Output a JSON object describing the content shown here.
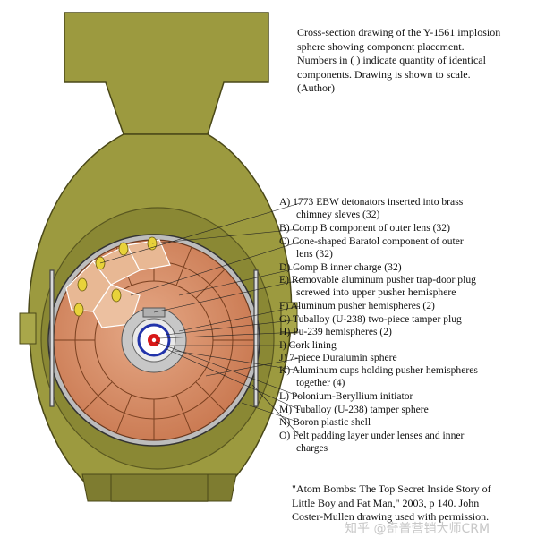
{
  "caption": [
    "Cross-section drawing of the Y-1561 implosion",
    "sphere showing component placement.",
    "Numbers in ( ) indicate quantity of identical",
    "components.  Drawing is shown to scale.",
    "(Author)"
  ],
  "labels": [
    {
      "line1": "A)  1773 EBW detonators inserted into brass",
      "line2": "chimney sleves (32)"
    },
    {
      "line1": "B)  Comp B component of outer lens (32)",
      "line2": ""
    },
    {
      "line1": "C)  Cone-shaped Baratol component of outer",
      "line2": "lens (32)"
    },
    {
      "line1": "D) Comp B inner charge (32)",
      "line2": ""
    },
    {
      "line1": "E)  Removable aluminum pusher trap-door plug",
      "line2": "screwed into upper pusher hemisphere"
    },
    {
      "line1": "F)  Aluminum pusher hemispheres (2)",
      "line2": ""
    },
    {
      "line1": "G) Tuballoy (U-238) two-piece tamper plug",
      "line2": ""
    },
    {
      "line1": "H) Pu-239 hemispheres (2)",
      "line2": ""
    },
    {
      "line1": "I)   Cork lining",
      "line2": ""
    },
    {
      "line1": "J)   7-piece Duralumin sphere",
      "line2": ""
    },
    {
      "line1": "K)  Aluminum cups holding pusher hemispheres",
      "line2": "together (4)"
    },
    {
      "line1": "L)  Polonium-Beryllium initiator",
      "line2": ""
    },
    {
      "line1": "M) Tuballoy (U-238) tamper sphere",
      "line2": ""
    },
    {
      "line1": "N)  Boron plastic shell",
      "line2": ""
    },
    {
      "line1": "O)  Felt padding layer under lenses and inner",
      "line2": "charges"
    }
  ],
  "credit": [
    "\"Atom Bombs: The Top Secret Inside Story of",
    "Little Boy and Fat Man,\" 2003, p 140.  John",
    "Coster-Mullen drawing used with permission."
  ],
  "watermark": "知乎 @奇普营销大师CRM",
  "colors": {
    "casing": "#9c9a3f",
    "casing_dark": "#6f6d26",
    "lens": "#d9936a",
    "lens_light": "#e8b894",
    "detonator": "#e8d23a",
    "pusher": "#c7c7c7",
    "tamper": "#2233aa",
    "core": "#d81818"
  }
}
